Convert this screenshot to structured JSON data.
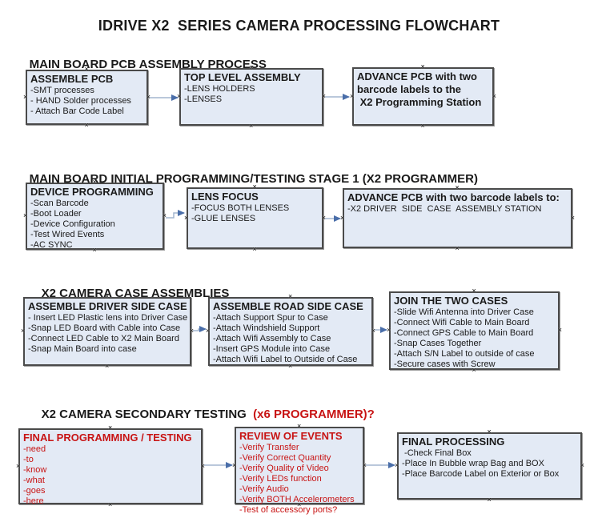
{
  "title": "IDRIVE X2  SERIES CAMERA PROCESSING FLOWCHART",
  "colors": {
    "red_accent": "#c81414",
    "box_fill": "#e3eaf5",
    "arrow_line": "#a3b5cf",
    "arrow_head": "#4a6ea9"
  },
  "handle_glyph": "×",
  "sections": [
    {
      "heading": "MAIN BOARD PCB ASSEMBLY PROCESS",
      "heading_red": "",
      "boxes": [
        {
          "title": "ASSEMBLE PCB",
          "lines": [
            "-SMT processes",
            "- HAND Solder processes",
            "- Attach Bar Code Label"
          ]
        },
        {
          "title": "TOP LEVEL ASSEMBLY",
          "lines": [
            "-LENS HOLDERS",
            "-LENSES"
          ]
        },
        {
          "title": "ADVANCE PCB with two",
          "lines": [
            "barcode labels to the",
            " X2 Programming Station"
          ]
        }
      ]
    },
    {
      "heading": "MAIN BOARD INITIAL PROGRAMMING/TESTING STAGE 1 (X2 PROGRAMMER)",
      "heading_red": "",
      "boxes": [
        {
          "title": "DEVICE PROGRAMMING",
          "lines": [
            "-Scan Barcode",
            "-Boot Loader",
            "-Device Configuration",
            "-Test Wired Events",
            "-AC SYNC"
          ]
        },
        {
          "title": "LENS FOCUS",
          "lines": [
            "-FOCUS BOTH LENSES",
            "-GLUE LENSES"
          ]
        },
        {
          "title": "ADVANCE PCB with two barcode labels to:",
          "lines": [
            "-X2 DRIVER  SIDE  CASE  ASSEMBLY STATION"
          ]
        }
      ]
    },
    {
      "heading": "X2 CAMERA CASE ASSEMBLIES",
      "heading_red": "",
      "boxes": [
        {
          "title": "ASSEMBLE DRIVER SIDE CASE",
          "lines": [
            "- Insert LED Plastic lens into Driver Case",
            "-Snap LED Board with Cable into Case",
            "-Connect LED Cable to X2 Main Board",
            "-Snap Main Board into case"
          ]
        },
        {
          "title": "ASSEMBLE ROAD SIDE CASE",
          "lines": [
            "-Attach Support Spur to Case",
            "-Attach Windshield Support",
            "-Attach Wifi Assembly to Case",
            "-Insert GPS Module into Case",
            "-Attach Wifi Label to Outside of Case"
          ]
        },
        {
          "title": "JOIN THE TWO CASES",
          "lines": [
            "-Slide Wifi Antenna into Driver Case",
            "-Connect Wifi Cable to Main Board",
            "-Connect GPS Cable to Main Board",
            "-Snap Cases Together",
            "-Attach S/N Label to outside of case",
            "-Secure cases with Screw"
          ]
        }
      ]
    },
    {
      "heading": "X2 CAMERA SECONDARY TESTING ",
      "heading_red": " (x6 PROGRAMMER)?",
      "boxes": [
        {
          "title": "FINAL PROGRAMMING / TESTING",
          "lines": [
            "-need",
            "-to",
            "-know",
            "-what",
            "-goes",
            "-here"
          ]
        },
        {
          "title": "REVIEW OF EVENTS",
          "lines": [
            "-Verify Transfer",
            "-Verify Correct Quantity",
            "-Verify Quality of Video",
            "-Verify LEDs function",
            "-Verify Audio",
            "-Verify BOTH Accelerometers",
            "-Test of accessory ports?"
          ]
        },
        {
          "title": "FINAL PROCESSING",
          "lines": [
            " -Check Final Box",
            "-Place In Bubble wrap Bag and BOX",
            "-Place Barcode Label on Exterior or Box"
          ]
        }
      ]
    }
  ]
}
